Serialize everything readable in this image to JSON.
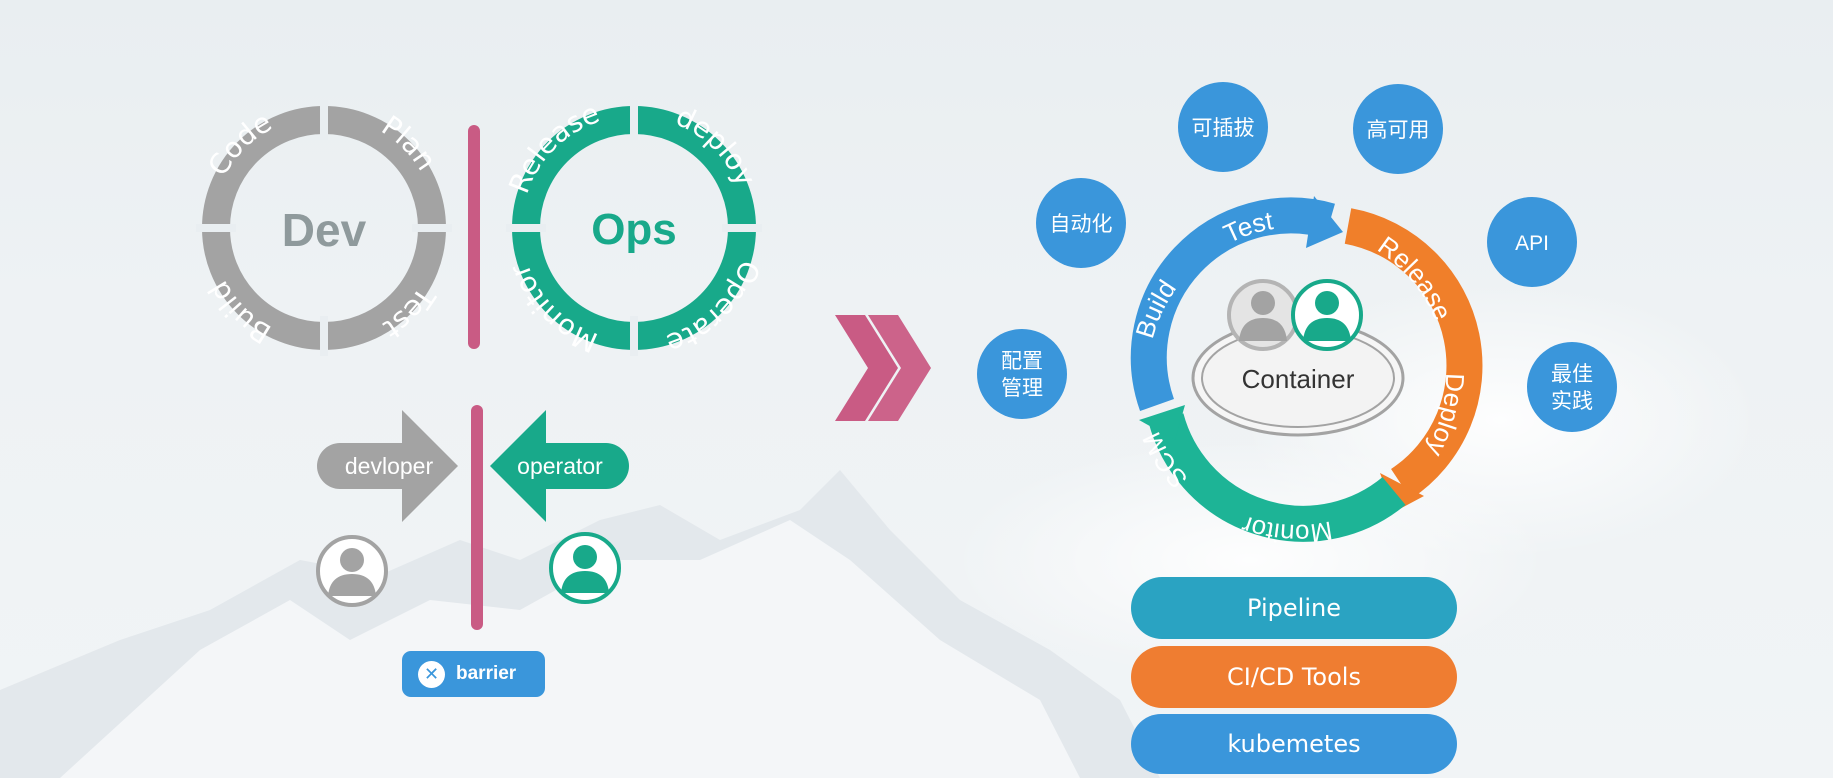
{
  "colors": {
    "gray": "#a3a3a3",
    "green": "#18a98a",
    "pink": "#c95b84",
    "blue": "#3a96db",
    "orange": "#f07f2a",
    "teal": "#1db496",
    "pipeline": "#2aa3c2",
    "cicd": "#ef7d31",
    "kubernetes": "#3a96db"
  },
  "dev_ring": {
    "center_label": "Dev",
    "segments": [
      "Code",
      "Plan",
      "Test",
      "Build"
    ]
  },
  "ops_ring": {
    "center_label": "Ops",
    "segments": [
      "Release",
      "deploy",
      "Operate",
      "Monitor"
    ]
  },
  "roles": {
    "developer_label": "devloper",
    "operator_label": "operator"
  },
  "barrier": {
    "label": "barrier",
    "icon": "close-icon"
  },
  "transition_icon": "double-chevron-right-icon",
  "cycle": {
    "center_label": "Container",
    "labels": [
      "Build",
      "Test",
      "Release",
      "Deploy",
      "Monitor",
      "SCM"
    ]
  },
  "feature_bubbles": [
    "可插拔",
    "高可用",
    "自动化",
    "API",
    "配置管理",
    "最佳实践"
  ],
  "tooling": {
    "pipeline": "Pipeline",
    "cicd": "CI/CD Tools",
    "kubernetes": "kubemetes"
  }
}
